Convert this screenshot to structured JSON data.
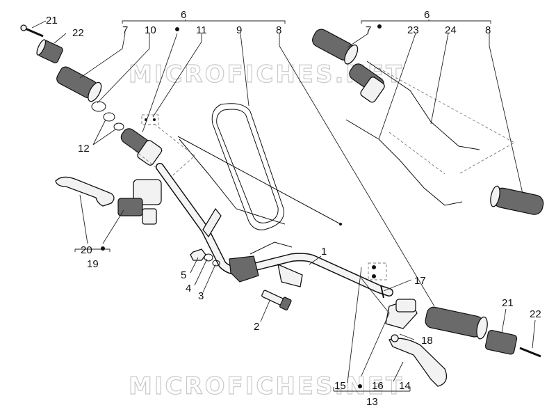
{
  "watermark": {
    "top": "MICROFICHES.NET",
    "bottom": "MICROFICHES.NET"
  },
  "callouts": {
    "c6_left": "6",
    "c7_left": "7",
    "c10": "10",
    "c11": "11",
    "c9": "9",
    "c8_left": "8",
    "c21_top": "21",
    "c22_top": "22",
    "c12": "12",
    "c6_right": "6",
    "c7_right": "7",
    "c23": "23",
    "c24": "24",
    "c8_right": "8",
    "c20": "20",
    "c19": "19",
    "c5": "5",
    "c4": "4",
    "c3": "3",
    "c2": "2",
    "c1": "1",
    "c17": "17",
    "c18": "18",
    "c21_bottom": "21",
    "c22_bottom": "22",
    "c15": "15",
    "c16": "16",
    "c14": "14",
    "c13": "13"
  }
}
